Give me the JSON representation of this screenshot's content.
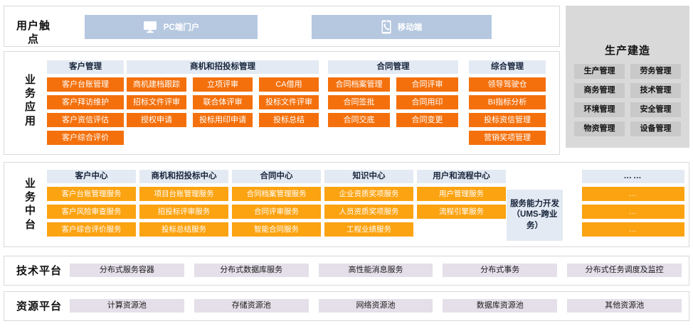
{
  "touchpoints": {
    "label": "用户触点",
    "items": [
      {
        "name": "PC端门户",
        "icon": "monitor-icon"
      },
      {
        "name": "移动端",
        "icon": "mobile-phone-icon"
      }
    ]
  },
  "business_apps": {
    "label": "业务应用",
    "groups": [
      {
        "title": "客户管理",
        "columns": [
          [
            "客户台账管理",
            "客户拜访维护",
            "客户资信评估",
            "客户综合评价"
          ]
        ]
      },
      {
        "title": "商机和招投标管理",
        "columns": [
          [
            "商机建档跟踪",
            "招标文件评审",
            "授权申请"
          ],
          [
            "立项评审",
            "联合体评审",
            "投标用印申请"
          ],
          [
            "CA借用",
            "投标文件评审",
            "投标总结"
          ]
        ]
      },
      {
        "title": "合同管理",
        "columns": [
          [
            "合同档案管理",
            "合同签批",
            "合同交底"
          ],
          [
            "合同评审",
            "合同用印",
            "合同变更"
          ]
        ]
      },
      {
        "title": "综合管理",
        "columns": [
          [
            "领导驾驶仓",
            "BI指标分析",
            "投标资信管理",
            "营销奖项管理"
          ]
        ]
      }
    ]
  },
  "production": {
    "title": "生产建造",
    "items": [
      "生产管理",
      "劳务管理",
      "商务管理",
      "技术管理",
      "环境管理",
      "安全管理",
      "物资管理",
      "设备管理"
    ]
  },
  "middle_platform": {
    "label": "业务中台",
    "groups": [
      {
        "title": "客户中心",
        "items": [
          "客户台账管理服务",
          "客户风险审查服务",
          "客户综合评价服务"
        ]
      },
      {
        "title": "商机和招投标中心",
        "items": [
          "项目台账管理服务",
          "招投标评审服务",
          "投标总结服务"
        ]
      },
      {
        "title": "合同中心",
        "items": [
          "合同档案管理服务",
          "合同评审服务",
          "智能合同服务"
        ]
      },
      {
        "title": "知识中心",
        "items": [
          "企业资质奖项服务",
          "人员资质奖项服务",
          "工程业绩服务"
        ]
      },
      {
        "title": "用户和流程中心",
        "items": [
          "用户管理服务",
          "流程引擎服务"
        ]
      }
    ],
    "service_dev": "服务能力开发\n（UMS-跨业务）",
    "service_dev_line1": "服务能力开发",
    "service_dev_line2": "（UMS-跨业",
    "service_dev_line3": "务）",
    "etc": {
      "title": "……",
      "items": [
        "…",
        "…",
        "…"
      ]
    }
  },
  "tech_platform": {
    "label": "技术平台",
    "items": [
      "分布式服务容器",
      "分布式数据库服务",
      "高性能消息服务",
      "分布式事务",
      "分布式任务调度及监控"
    ]
  },
  "resource_platform": {
    "label": "资源平台",
    "items": [
      "计算资源池",
      "存储资源池",
      "网络资源池",
      "数据库资源池",
      "其他资源池"
    ]
  },
  "colors": {
    "app_tile": "#f4700c",
    "mid_tile": "#fca311",
    "group_head": "#e3eaf3",
    "touch_chip": "#b6c8e0",
    "production_bg": "#d9d9d9",
    "production_tile": "#c9c9c9",
    "flat_tile": "#e4dfe9"
  }
}
